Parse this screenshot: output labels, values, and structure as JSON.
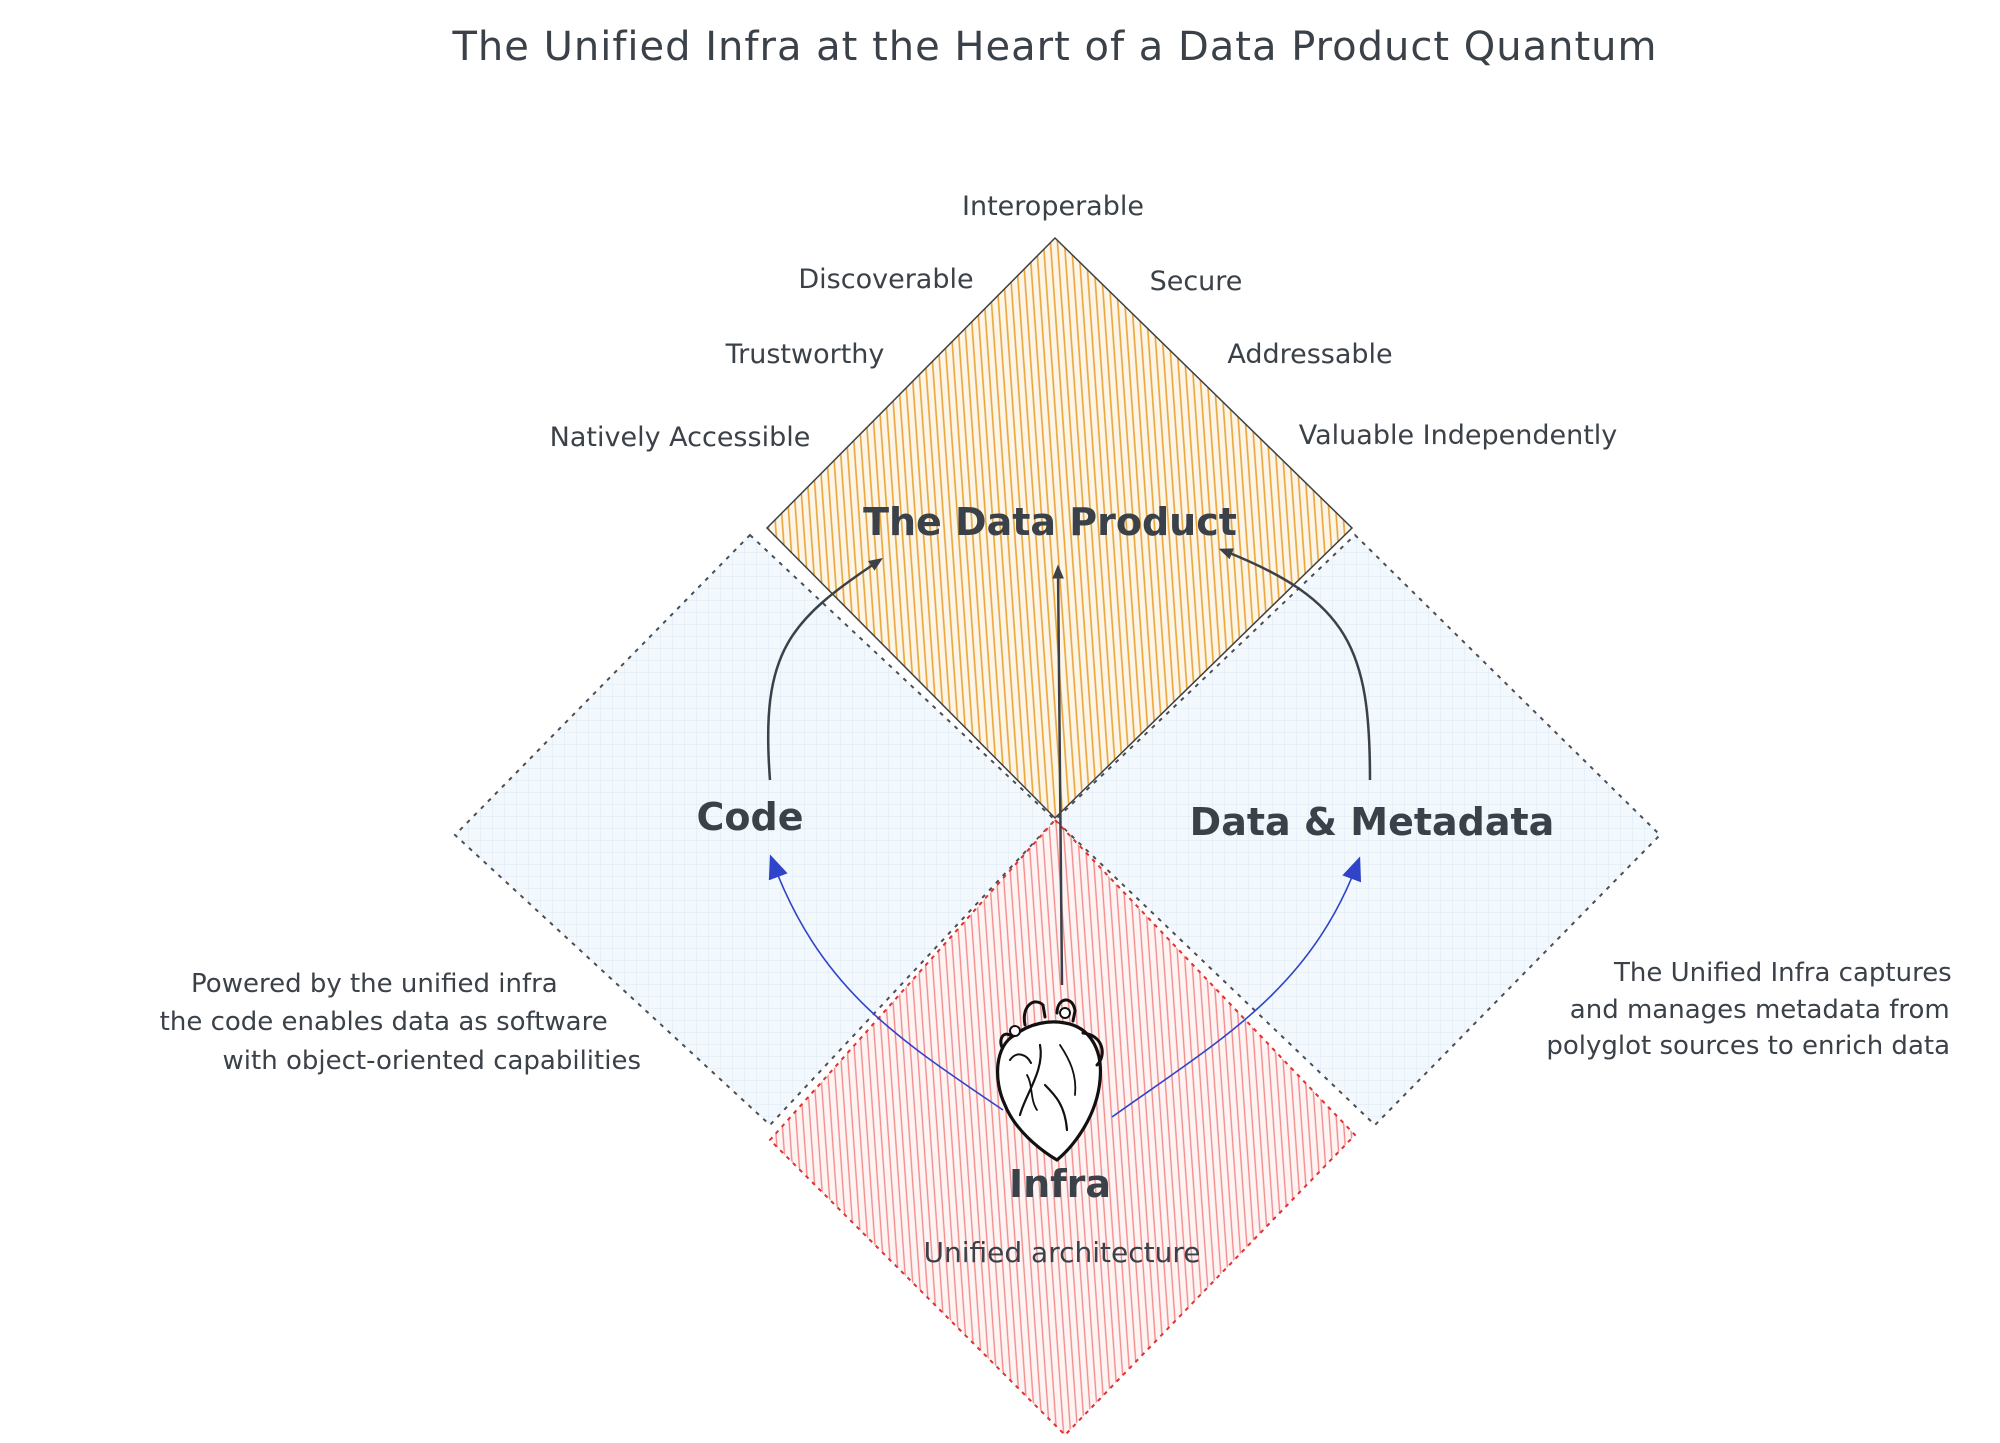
{
  "title": "The Unified Infra at the Heart of a Data Product Quantum",
  "attributes": {
    "top": "Interoperable",
    "left": [
      "Discoverable",
      "Trustworthy",
      "Natively Accessible"
    ],
    "right": [
      "Secure",
      "Addressable",
      "Valuable Independently"
    ]
  },
  "quadrants": {
    "top": "The Data Product",
    "left": "Code",
    "right": "Data & Metadata",
    "bottom": "Infra",
    "bottom_sub": "Unified architecture"
  },
  "notes": {
    "left": [
      "Powered by the unified infra",
      "the code enables data as software",
      "with object-oriented capabilities"
    ],
    "right": [
      "The Unified Infra captures",
      "and manages metadata from",
      "polyglot sources to enrich data"
    ]
  },
  "colors": {
    "top_fill": "#e8a33a",
    "bottom_fill": "#f28b8b",
    "side_fill": "#dce9f5",
    "text": "#3b4148",
    "arrow_dark": "#3b4148",
    "arrow_blue": "#2f44c8"
  },
  "icons": {
    "center": "heart-icon"
  }
}
